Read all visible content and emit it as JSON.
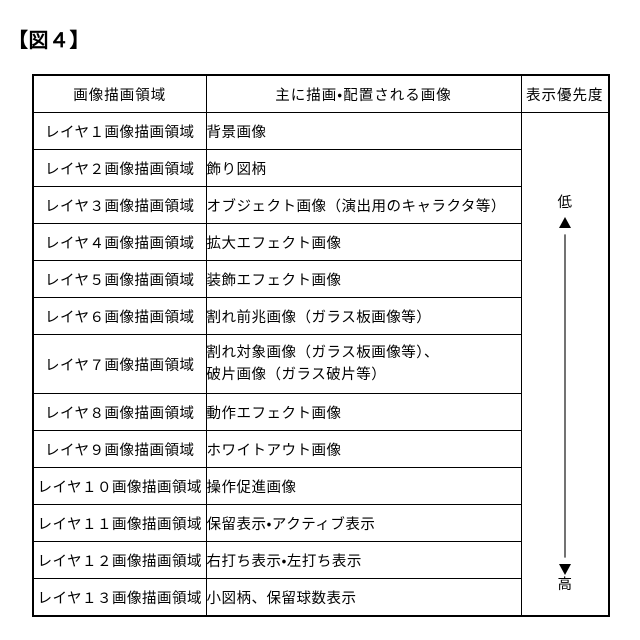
{
  "figure": {
    "caption": "【図４】"
  },
  "table": {
    "headers": {
      "col1": "画像描画領域",
      "col2": "主に描画・配置される画像",
      "col3": "表示優先度"
    },
    "rows": [
      {
        "layer": "レイヤ１画像描画領域",
        "desc_line1": "背景画像",
        "desc_line2": ""
      },
      {
        "layer": "レイヤ２画像描画領域",
        "desc_line1": "飾り図柄",
        "desc_line2": ""
      },
      {
        "layer": "レイヤ３画像描画領域",
        "desc_line1": "オブジェクト画像（演出用のキャラクタ等）",
        "desc_line2": ""
      },
      {
        "layer": "レイヤ４画像描画領域",
        "desc_line1": "拡大エフェクト画像",
        "desc_line2": ""
      },
      {
        "layer": "レイヤ５画像描画領域",
        "desc_line1": "装飾エフェクト画像",
        "desc_line2": ""
      },
      {
        "layer": "レイヤ６画像描画領域",
        "desc_line1": "割れ前兆画像（ガラス板画像等）",
        "desc_line2": ""
      },
      {
        "layer": "レイヤ７画像描画領域",
        "desc_line1": "割れ対象画像（ガラス板画像等）、",
        "desc_line2": "破片画像（ガラス破片等）"
      },
      {
        "layer": "レイヤ８画像描画領域",
        "desc_line1": "動作エフェクト画像",
        "desc_line2": ""
      },
      {
        "layer": "レイヤ９画像描画領域",
        "desc_line1": "ホワイトアウト画像",
        "desc_line2": ""
      },
      {
        "layer": "レイヤ１０画像描画領域",
        "desc_line1": "操作促進画像",
        "desc_line2": ""
      },
      {
        "layer": "レイヤ１１画像描画領域",
        "desc_line1": "保留表示・アクティブ表示",
        "desc_line2": ""
      },
      {
        "layer": "レイヤ１２画像描画領域",
        "desc_line1": "右打ち表示・左打ち表示",
        "desc_line2": ""
      },
      {
        "layer": "レイヤ１３画像描画領域",
        "desc_line1": "小図柄、保留球数表示",
        "desc_line2": ""
      }
    ],
    "priority": {
      "top_label": "低",
      "bottom_label": "高",
      "arrow_icon": "double-headed-vertical-arrow-icon"
    }
  },
  "colors": {
    "ink": "#000000",
    "paper": "#ffffff"
  }
}
